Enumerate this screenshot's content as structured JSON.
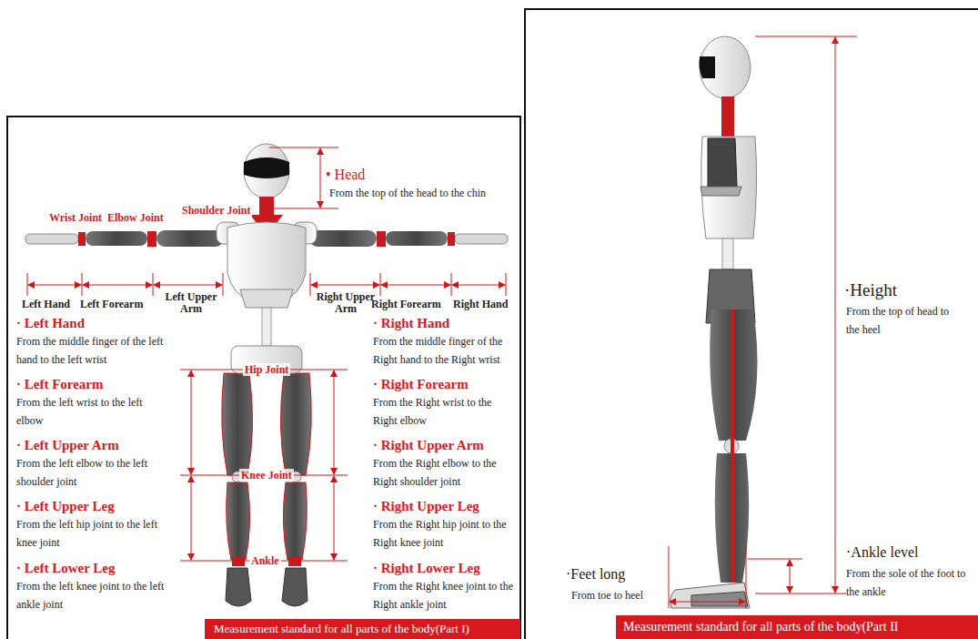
{
  "diagram": {
    "nodes": [
      {
        "text": [
          "Measurement standard for all parts of the body(Part I)"
        ]
      },
      {
        "text": [
          "Measurement standard for all parts of the body(Part II"
        ]
      }
    ],
    "labels": [
      "• Head",
      "From the top of the head to the chin",
      "Wrist Joint",
      "Elbow Joint",
      "Shoulder Joint",
      "Left Hand",
      "Left Forearm",
      "Left Upper Arm",
      "Right Upper Arm",
      "Right Forearm",
      "Right Hand",
      "· Left Hand",
      "From the middle finger of the left hand to the left wrist",
      "· Left Forearm",
      "From the left wrist to the left elbow",
      "· Left Upper Arm",
      "From the left elbow to the left shoulder joint",
      "· Left Upper Leg",
      "From the left hip joint to the left knee joint",
      "· Left Lower Leg",
      "From the left knee joint to the left ankle joint",
      "· Right Hand",
      "From the middle finger of the Right hand to the Right wrist",
      "· Right Forearm",
      "From the Right wrist to the Right elbow",
      "· Right Upper Arm",
      "From the Right elbow to the Right shoulder joint",
      "· Right Upper Leg",
      "From the Right hip joint to the Right knee joint",
      "· Right Lower Leg",
      "From the Right knee joint to the Right ankle joint",
      "Hip Joint",
      "Knee Joint",
      "Ankle",
      "·Height",
      "From the top of head to the heel",
      "·Ankle level",
      "From the sole of the foot to the ankle",
      "·Feet long",
      "From toe to heel"
    ]
  }
}
